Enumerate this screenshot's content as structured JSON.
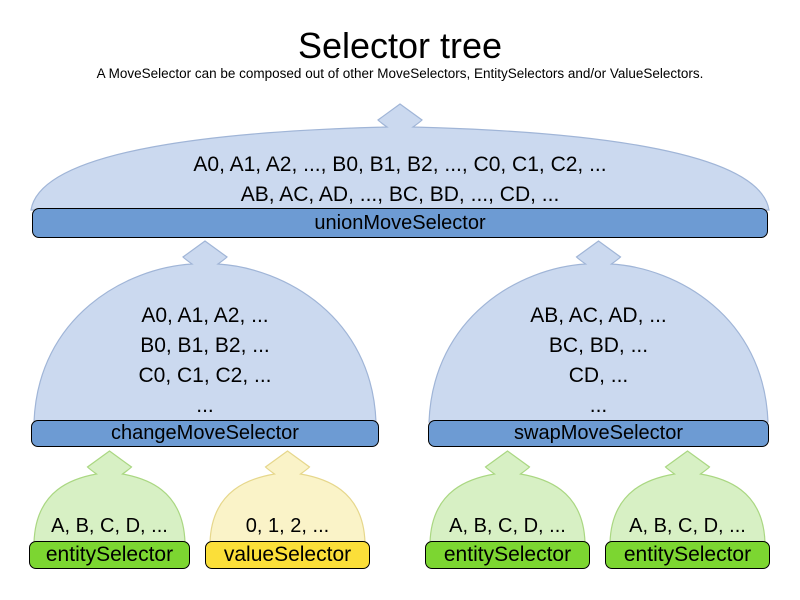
{
  "page": {
    "title": "Selector tree",
    "subtitle": "A MoveSelector can be composed out of other MoveSelectors, EntitySelectors and/or ValueSelectors."
  },
  "palette": {
    "move_bar": "#6d9bd3",
    "move_dome": "#cbd9ef",
    "move_dome_border": "#a0b5d7",
    "entity_bar": "#7cd631",
    "entity_dome": "#d7f0c4",
    "entity_dome_border": "#aad782",
    "value_bar": "#fbdf39",
    "value_dome": "#faf3c8",
    "value_dome_border": "#e6d78c",
    "bar_border": "#000000",
    "text": "#000000"
  },
  "tree": {
    "union": {
      "label": "unionMoveSelector",
      "lines": [
        "A0, A1, A2, ..., B0, B1, B2, ..., C0, C1, C2, ...",
        "AB, AC, AD, ..., BC, BD, ..., CD, ..."
      ]
    },
    "change": {
      "label": "changeMoveSelector",
      "lines": [
        "A0, A1, A2, ...",
        "B0, B1, B2, ...",
        "C0, C1, C2, ...",
        "..."
      ]
    },
    "swap": {
      "label": "swapMoveSelector",
      "lines": [
        "AB, AC, AD, ...",
        "BC, BD, ...",
        "CD, ...",
        "..."
      ]
    },
    "entity1": {
      "label": "entitySelector",
      "lines": [
        "A, B, C, D, ..."
      ]
    },
    "value1": {
      "label": "valueSelector",
      "lines": [
        "0, 1, 2, ..."
      ]
    },
    "entity2": {
      "label": "entitySelector",
      "lines": [
        "A, B, C, D, ..."
      ]
    },
    "entity3": {
      "label": "entitySelector",
      "lines": [
        "A, B, C, D, ..."
      ]
    }
  }
}
